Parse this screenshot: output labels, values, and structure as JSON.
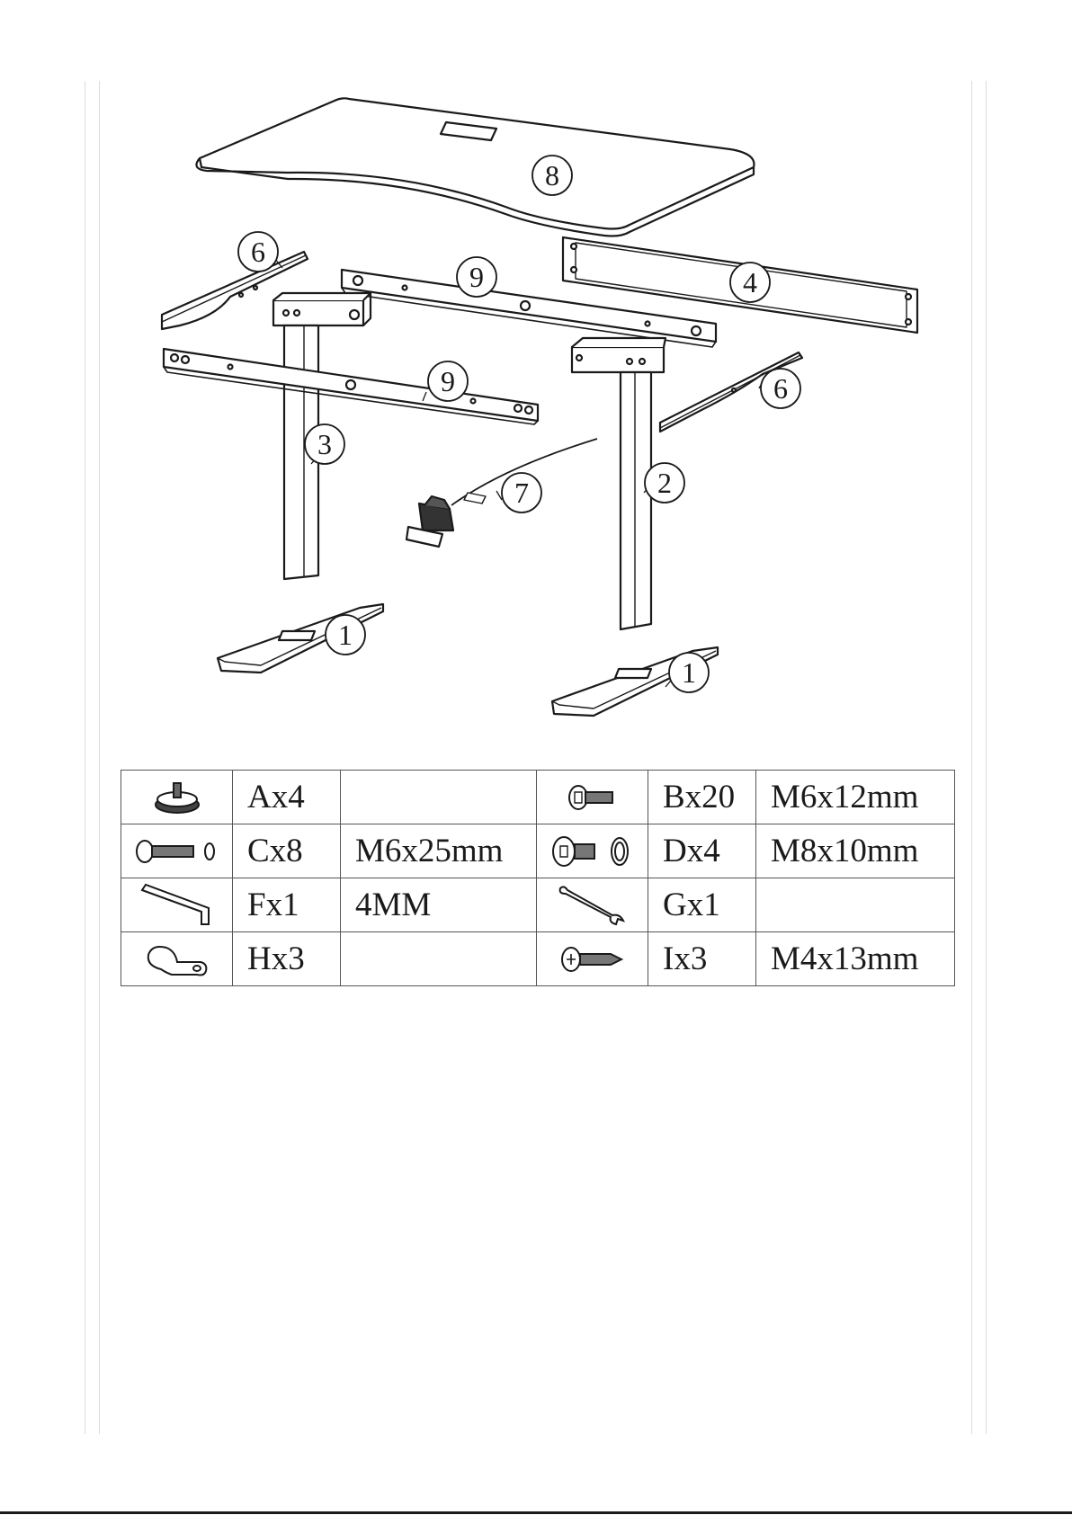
{
  "diagram": {
    "callouts": [
      {
        "label": "8",
        "part": "desktop"
      },
      {
        "label": "6",
        "part": "side-bracket-left"
      },
      {
        "label": "9",
        "part": "crossbar-back"
      },
      {
        "label": "4",
        "part": "beam"
      },
      {
        "label": "9",
        "part": "crossbar-front"
      },
      {
        "label": "6",
        "part": "side-bracket-right"
      },
      {
        "label": "3",
        "part": "leg-left"
      },
      {
        "label": "2",
        "part": "leg-right"
      },
      {
        "label": "7",
        "part": "controller"
      },
      {
        "label": "1",
        "part": "foot-left"
      },
      {
        "label": "1",
        "part": "foot-right"
      }
    ]
  },
  "hardware": {
    "rows": [
      [
        {
          "icon": "foot-pad-icon",
          "qty": "Ax4",
          "size": ""
        },
        {
          "icon": "button-head-bolt-icon",
          "qty": "Bx20",
          "size": "M6x12mm"
        }
      ],
      [
        {
          "icon": "bolt-washer-icon",
          "qty": "Cx8",
          "size": "M6x25mm"
        },
        {
          "icon": "flange-bolt-washer-icon",
          "qty": "Dx4",
          "size": "M8x10mm"
        }
      ],
      [
        {
          "icon": "allen-key-icon",
          "qty": "Fx1",
          "size": "4MM"
        },
        {
          "icon": "wrench-icon",
          "qty": "Gx1",
          "size": ""
        }
      ],
      [
        {
          "icon": "cable-clip-icon",
          "qty": "Hx3",
          "size": ""
        },
        {
          "icon": "wood-screw-icon",
          "qty": "Ix3",
          "size": "M4x13mm"
        }
      ]
    ]
  }
}
